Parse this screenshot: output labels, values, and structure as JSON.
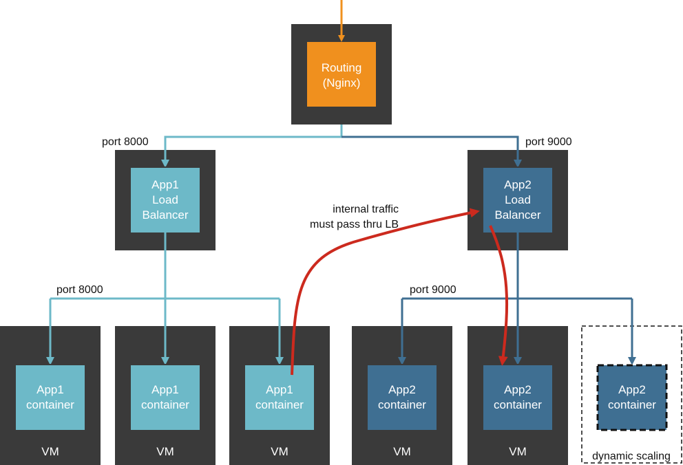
{
  "colors": {
    "vm_background": "#3a3a3a",
    "nginx": "#f0901e",
    "app1": "#6db9c8",
    "app2": "#3f6f92",
    "internal_traffic": "#cc2a1e"
  },
  "routing": {
    "line1": "Routing",
    "line2": "(Nginx)"
  },
  "port_labels": {
    "app1_lb": "port 8000",
    "app2_lb": "port 9000",
    "app1_containers": "port 8000",
    "app2_containers": "port 9000"
  },
  "load_balancers": {
    "app1": [
      "App1",
      "Load",
      "Balancer"
    ],
    "app2": [
      "App2",
      "Load",
      "Balancer"
    ]
  },
  "annotation": {
    "line1": "internal traffic",
    "line2": "must pass thru LB"
  },
  "containers": {
    "app1_1": [
      "App1",
      "container"
    ],
    "app1_2": [
      "App1",
      "container"
    ],
    "app1_3": [
      "App1",
      "container"
    ],
    "app2_1": [
      "App2",
      "container"
    ],
    "app2_2": [
      "App2",
      "container"
    ],
    "app2_scaled": [
      "App2",
      "container"
    ]
  },
  "vm_label": "VM",
  "dynamic_scaling_label": "dynamic scaling"
}
